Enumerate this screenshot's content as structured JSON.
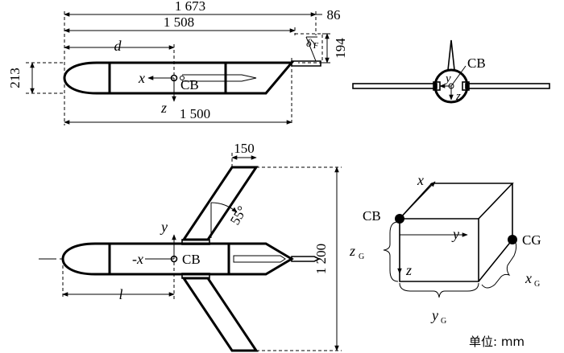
{
  "dimensions": {
    "total_length": "1 673",
    "wing_root_x": "1 508",
    "fin_width": "86",
    "fin_height": "194",
    "body_height": "213",
    "body_length": "1 500",
    "span": "1 200",
    "chord": "150",
    "sweep_angle": "55°"
  },
  "labels": {
    "cb": "CB",
    "cg": "CG",
    "d": "d",
    "l": "l",
    "x": "x",
    "y": "y",
    "z": "z",
    "minus_x": "-x",
    "delta_f": "δ",
    "delta_sub": "F",
    "zg": "z",
    "yg": "y",
    "xg": "x",
    "g_sub": "G"
  },
  "unit": "单位: mm",
  "colors": {
    "ink": "#000000",
    "background": "#ffffff"
  }
}
